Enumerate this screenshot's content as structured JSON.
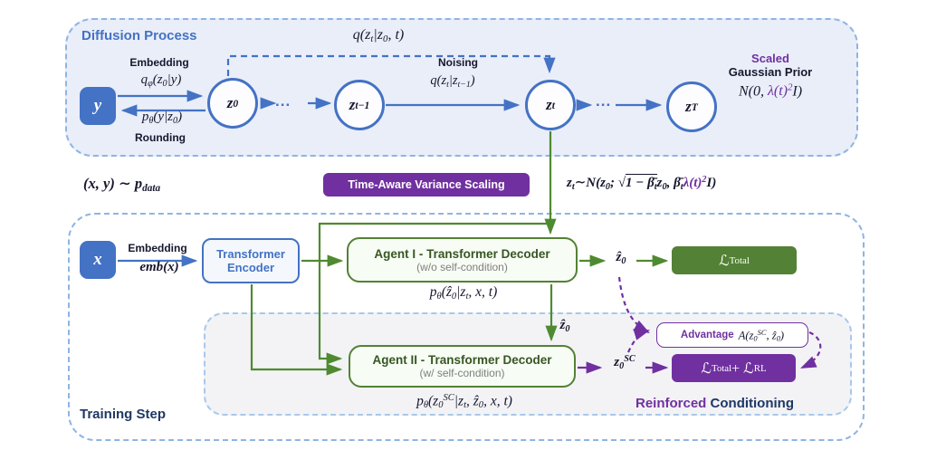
{
  "colors": {
    "blue": "#4472c4",
    "light_blue_border": "#8fb4e3",
    "panel_blue_bg": "#e9eef9",
    "green": "#4f8a31",
    "dark_green": "#538135",
    "agent_title_green": "#375623",
    "agent_bg": "#f7fcf4",
    "purple": "#7030a0",
    "navy": "#1f3864",
    "gray_panel_bg": "#f3f3f6",
    "gray_panel_border": "#a8c8ea",
    "text_dark": "#17172e",
    "subtitle_gray": "#7f7f7f"
  },
  "diffusion": {
    "title": "Diffusion Process",
    "y_label": "y",
    "z0": "z_{0}",
    "zt_minus_1": "z_{t−1}",
    "zt": "z_{t}",
    "zT": "z_{T}",
    "dots": "...",
    "embedding_label": "Embedding",
    "embed_formula": "q_{φ}(z_{0}|y)",
    "rounding_formula": "p_{θ}(y|z_{0})",
    "rounding_label": "Rounding",
    "noising_label": "Noising",
    "noising_formula": "q(z_{t}|z_{t−1})",
    "skip_formula": "q(z_{t}|z_{0}, t)",
    "prior_scaled": "Scaled",
    "prior_name": "Gaussian Prior",
    "prior_formula": "N(0, %{λ(t)^{2}}I)"
  },
  "middle": {
    "data_dist": "(x, y) ∼ p_{data}",
    "badge": "Time-Aware Variance Scaling",
    "zt_dist": "z_{t}∼N(z_{0}; √~{1 − β̄_{t}}z_{0}, β̄_{t}%{λ(t)^{2}}I)"
  },
  "training": {
    "title": "Training Step",
    "x_label": "x",
    "embedding_label": "Embedding",
    "emb_formula": "emb(x)",
    "encoder_line1": "Transformer",
    "encoder_line2": "Encoder",
    "agent1_title": "Agent I  -  Transformer Decoder",
    "agent1_subtitle": "(w/o self-condition)",
    "agent1_formula": "p_{θ}(ẑ_{0}|z_{t}, x, t)",
    "agent2_title": "Agent II  -  Transformer Decoder",
    "agent2_subtitle": "(w/ self-condition)",
    "agent2_formula": "p_{θ}(z_{0}^{SC}|z_{t}, ẑ_{0}, x, t)",
    "z0_hat": "ẑ_{0}",
    "z0_hat_sc": "ẑ_{0}",
    "z0_sc": "z_{0}^{SC}",
    "loss_total": "ℒ_{Total}",
    "loss_rl": "ℒ_{Total} + ℒ_{RL}",
    "advantage_label": "Advantage",
    "advantage_formula": "A(z_{0}^{SC}, ẑ_{0})",
    "reinforced": "Reinforced",
    "conditioning": "Conditioning"
  }
}
